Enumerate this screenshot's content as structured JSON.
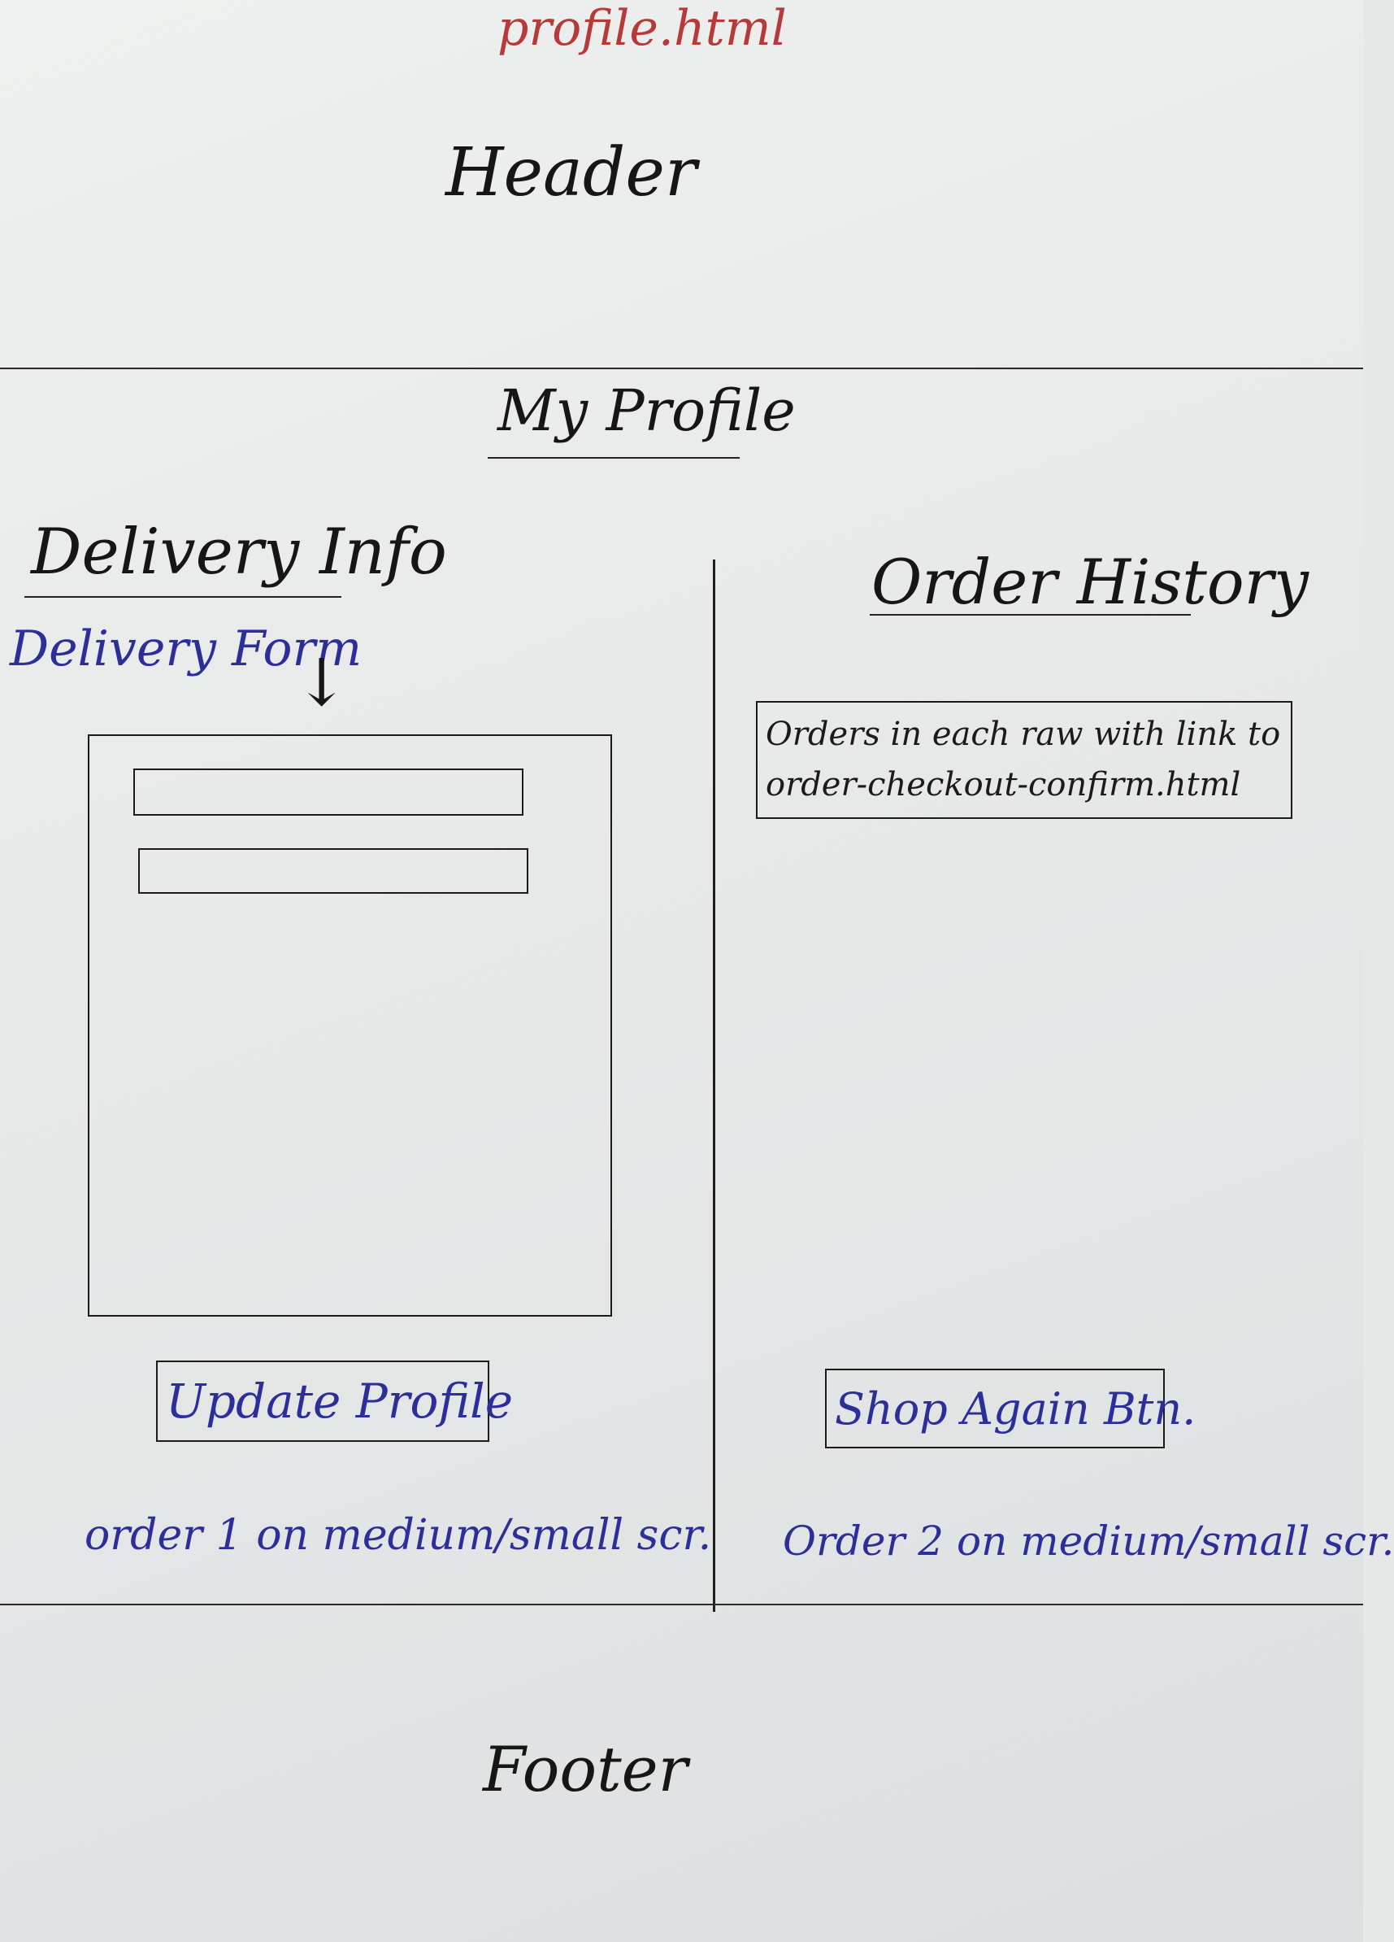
{
  "file_title": "profile.html",
  "header_label": "Header",
  "page_title": "My Profile",
  "left_column": {
    "heading": "Delivery Info",
    "form_note": "Delivery Form",
    "arrow_glyph": "↓",
    "button_label": "Update Profile",
    "order_note": "order 1 on medium/small scr."
  },
  "right_column": {
    "heading": "Order History",
    "orders_note_lines": [
      "Orders in each raw with link to",
      "order-checkout-confirm.html"
    ],
    "button_label": "Shop Again Btn.",
    "order_note": "Order 2 on medium/small scr."
  },
  "footer_label": "Footer",
  "colors": {
    "title_ink": "#b73a3a",
    "note_ink": "#2c2f9a",
    "line_ink": "#1b1b1b"
  }
}
